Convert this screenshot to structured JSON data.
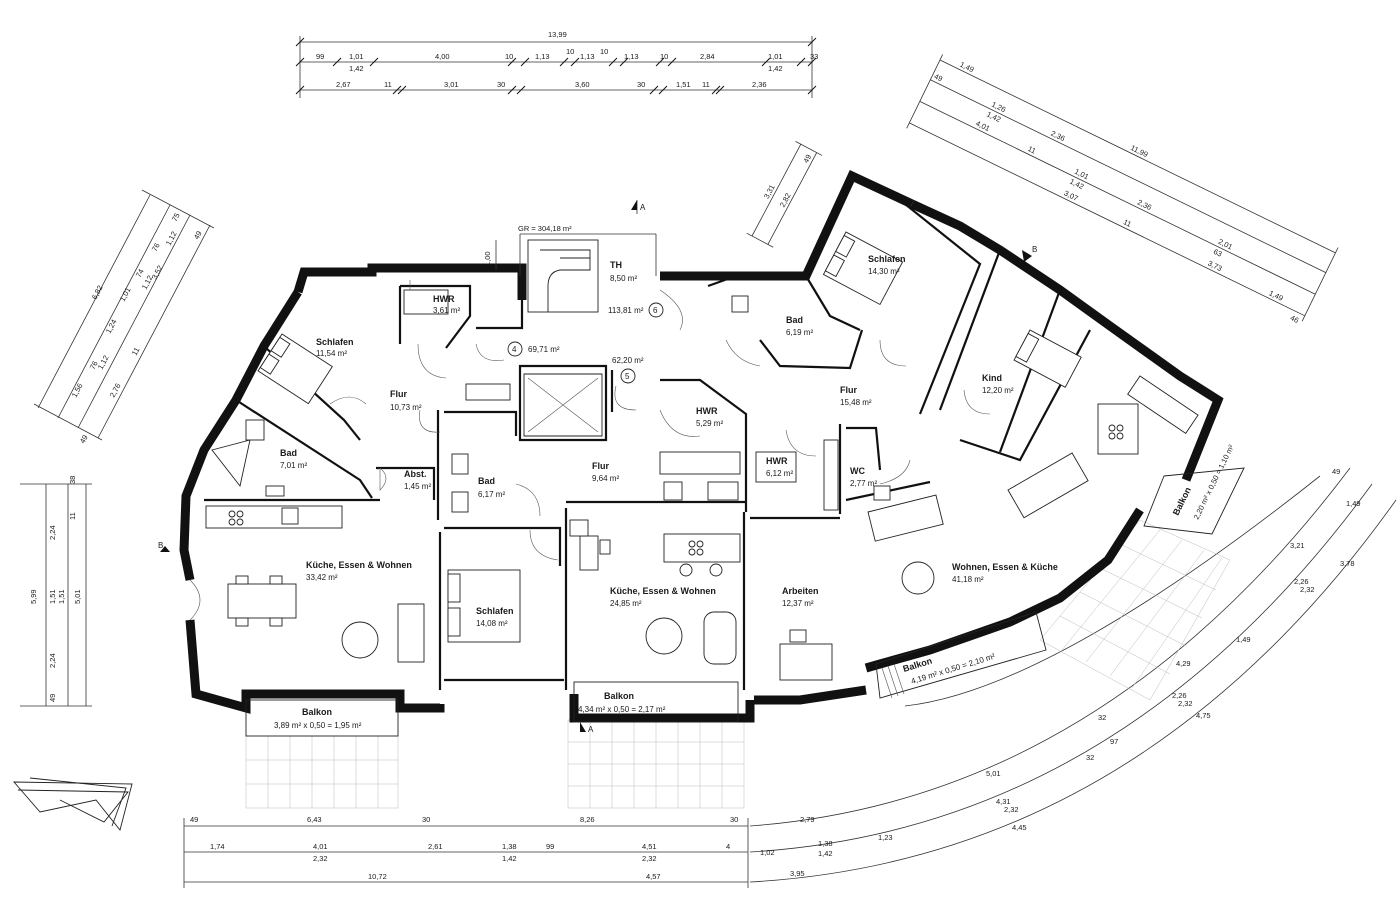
{
  "rooms": {
    "schlafen_a": {
      "name": "Schlafen",
      "area": "11,54 m²"
    },
    "hwr_a": {
      "name": "HWR",
      "area": "3,61 m²"
    },
    "flur_a": {
      "name": "Flur",
      "area": "10,73 m²"
    },
    "bad_a": {
      "name": "Bad",
      "area": "7,01 m²"
    },
    "abst": {
      "name": "Abst.",
      "area": "1,45 m²"
    },
    "kueche_a": {
      "name": "Küche, Essen & Wohnen",
      "area": "33,42 m²"
    },
    "balkon_a": {
      "name": "Balkon",
      "area": "3,89 m² x 0,50 = 1,95 m²"
    },
    "th": {
      "name": "TH",
      "area": "8,50 m²"
    },
    "bad_b": {
      "name": "Bad",
      "area": "6,17 m²"
    },
    "flur_b": {
      "name": "Flur",
      "area": "9,64 m²"
    },
    "hwr_b": {
      "name": "HWR",
      "area": "5,29 m²"
    },
    "schlafen_b": {
      "name": "Schlafen",
      "area": "14,08 m²"
    },
    "kueche_b": {
      "name": "Küche, Essen & Wohnen",
      "area": "24,85 m²"
    },
    "balkon_b": {
      "name": "Balkon",
      "area": "4,34 m² x 0,50 = 2,17 m²"
    },
    "bad_c": {
      "name": "Bad",
      "area": "6,19 m²"
    },
    "schlafen_c": {
      "name": "Schlafen",
      "area": "14,30 m²"
    },
    "kind": {
      "name": "Kind",
      "area": "12,20 m²"
    },
    "flur_c": {
      "name": "Flur",
      "area": "15,48 m²"
    },
    "hwr_c": {
      "name": "HWR",
      "area": "6,12 m²"
    },
    "wc": {
      "name": "WC",
      "area": "2,77 m²"
    },
    "arbeiten": {
      "name": "Arbeiten",
      "area": "12,37 m²"
    },
    "wohnen_c": {
      "name": "Wohnen, Essen & Küche",
      "area": "41,18 m²"
    },
    "balkon_c": {
      "name": "Balkon",
      "area": "4,19 m² x 0,50 = 2,10 m²"
    },
    "balkon_d": {
      "name": "Balkon",
      "area": "2,20 m² x 0,50 = 1,10 m²"
    }
  },
  "units": {
    "u4": {
      "number": "4",
      "area": "69,71 m²"
    },
    "u5": {
      "number": "5",
      "area": "62,20 m²"
    },
    "u6": {
      "number": "6",
      "area": "113,81 m²"
    }
  },
  "gross_area": "GR = 304,18 m²",
  "section_labels": {
    "a": "A",
    "b": "B"
  },
  "dims": {
    "top_total": "13,99",
    "top_row1": [
      "99",
      "1,01",
      "4,00",
      "10",
      "1,13",
      "10",
      "1,13",
      "10",
      "1,13",
      "10",
      "2,84",
      "1,01",
      "33"
    ],
    "top_row1_sub": [
      "1,42",
      "1,42"
    ],
    "top_row2": [
      "2,67",
      "11",
      "3,01",
      "30",
      "3,60",
      "30",
      "1,51",
      "11",
      "2,36"
    ],
    "th_height": "1,00",
    "left_outer": [
      "6,82",
      "75",
      "49",
      "3,52",
      "1,56",
      "76",
      "1,24",
      "1,01",
      "74",
      "76",
      "1,12",
      "1,12",
      "1,12",
      "11",
      "2,76",
      "49"
    ],
    "left_vert": [
      "5,99",
      "38",
      "11",
      "2,24",
      "1,51",
      "1,51",
      "5,01",
      "2,24",
      "49"
    ],
    "bottom_row1": [
      "49",
      "6,43",
      "30",
      "8,26",
      "30"
    ],
    "bottom_row2": [
      "1,74",
      "4,01",
      "2,32",
      "2,61",
      "1,38",
      "1,42",
      "99",
      "4,51",
      "2,32",
      "4"
    ],
    "bottom_row3": [
      "10,72",
      "4,57"
    ],
    "right_upper": [
      "1,49",
      "49",
      "1,26",
      "1,42",
      "4,01",
      "2,36",
      "11,99",
      "11",
      "1,01",
      "1,42",
      "3,07",
      "2,36",
      "11",
      "2,01",
      "63",
      "3,73",
      "1,49",
      "46"
    ],
    "right_small": [
      "3,31",
      "49",
      "2,82"
    ],
    "arc_dims": [
      "2,79",
      "1,38",
      "1,42",
      "1,23",
      "1,02",
      "3,95",
      "5,01",
      "4,31",
      "2,32",
      "4,45",
      "32",
      "32",
      "97",
      "4,29",
      "4,75",
      "2,26",
      "2,32",
      "2,26",
      "2,32",
      "1,49",
      "3,21",
      "3,78",
      "1,49",
      "49"
    ]
  }
}
